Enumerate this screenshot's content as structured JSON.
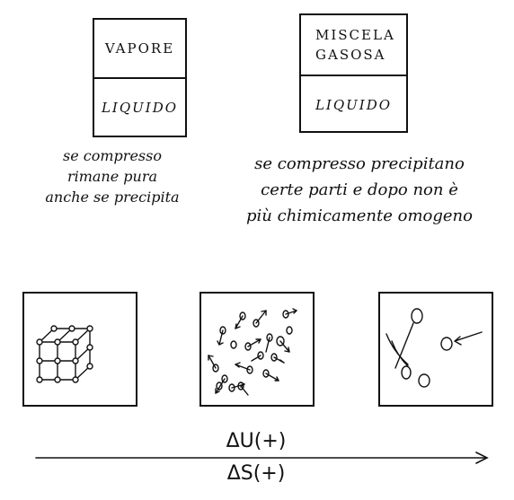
{
  "boxes": [
    {
      "top": "VAPORE",
      "bottom": "LIQUIDO"
    },
    {
      "top_line1": "MISCELA",
      "top_line2": "GASOSA",
      "bottom": "LIQUIDO"
    }
  ],
  "notes": [
    {
      "lines": [
        "se compresso",
        "rimane pura",
        "anche se precipita"
      ]
    },
    {
      "lines": [
        "se compresso precipitano",
        "certe parti e dopo non è",
        "più chimicamente omogeno"
      ]
    }
  ],
  "axis": {
    "top_label": "ΔU(+)",
    "bottom_label": "ΔS(+)"
  }
}
